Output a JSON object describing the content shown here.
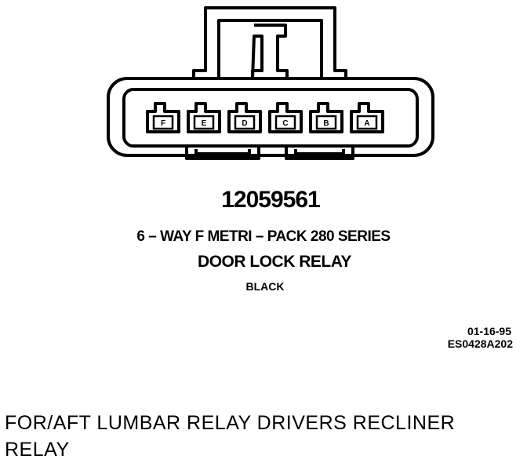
{
  "connector": {
    "terminals": [
      "F",
      "E",
      "D",
      "C",
      "B",
      "A"
    ],
    "part_number": "12059561",
    "series": "6 – WAY F METRI – PACK 280 SERIES",
    "name": "DOOR LOCK RELAY",
    "color": "BLACK"
  },
  "reference": {
    "date": "01-16-95",
    "code": "ES0428A202"
  },
  "caption": "FOR/AFT LUMBAR RELAY DRIVERS RECLINER RELAY"
}
